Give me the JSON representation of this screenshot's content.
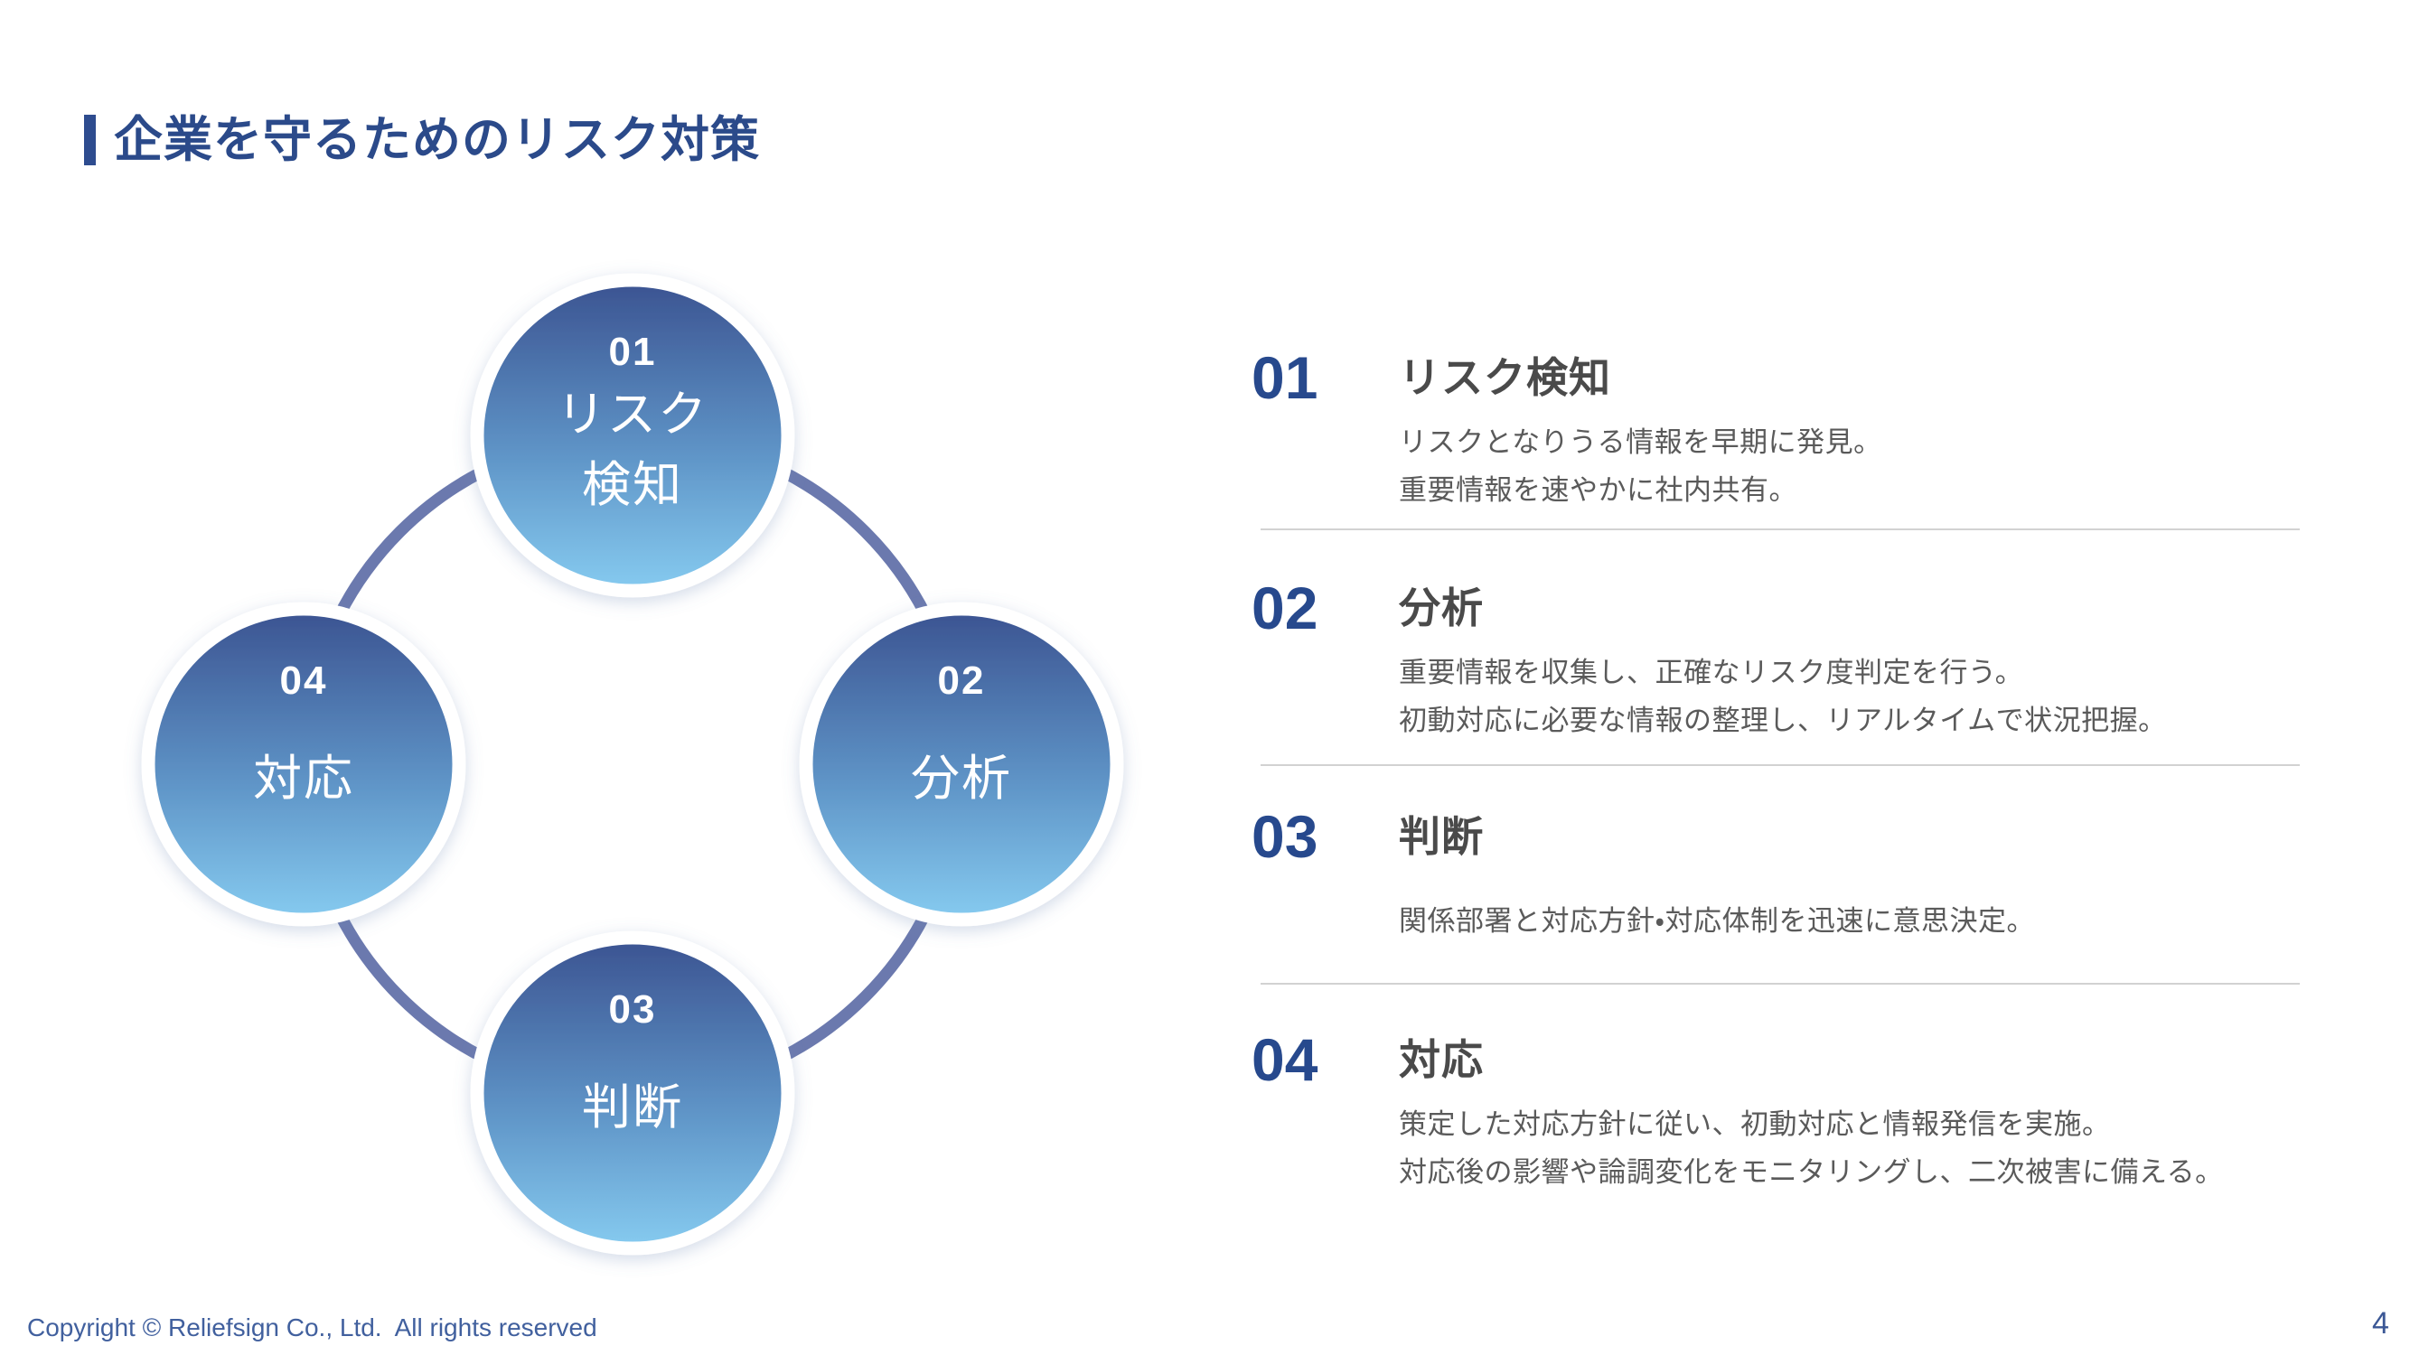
{
  "slide": {
    "title": "企業を守るためのリスク対策",
    "footer": "Copyright © Reliefsign Co., Ltd.  All rights reserved",
    "page_number": "4"
  },
  "diagram": {
    "type": "cycle",
    "ring_color": "#6b79ae",
    "circle_gradient_top": "#3b5391",
    "circle_gradient_bottom": "#86cbf0",
    "nodes": [
      {
        "number": "01",
        "label_lines": [
          "リスク",
          "検知"
        ],
        "position": "top"
      },
      {
        "number": "02",
        "label_lines": [
          "分析"
        ],
        "position": "right"
      },
      {
        "number": "03",
        "label_lines": [
          "判断"
        ],
        "position": "bottom"
      },
      {
        "number": "04",
        "label_lines": [
          "対応"
        ],
        "position": "left"
      }
    ]
  },
  "steps": [
    {
      "number": "01",
      "heading": "リスク検知",
      "lines": [
        "リスクとなりうる情報を早期に発見。",
        "重要情報を速やかに社内共有。"
      ]
    },
    {
      "number": "02",
      "heading": "分析",
      "lines": [
        "重要情報を収集し、正確なリスク度判定を行う。",
        "初動対応に必要な情報の整理し、リアルタイムで状況把握。"
      ]
    },
    {
      "number": "03",
      "heading": "判断",
      "lines": [
        "関係部署と対応方針・対応体制を迅速に意思決定。"
      ]
    },
    {
      "number": "04",
      "heading": "対応",
      "lines": [
        "策定した対応方針に従い、初動対応と情報発信を実施。",
        "対応後の影響や論調変化をモニタリングし、二次被害に備える。"
      ]
    }
  ],
  "colors": {
    "title_navy": "#2b4a8a",
    "accent_bar": "#2e4c8f",
    "step_number_navy": "#27498d",
    "heading_gray": "#4a4a4a",
    "body_gray": "#5a5a5a",
    "divider_gray": "#d2d2d2",
    "footer_blue": "#41609e"
  }
}
